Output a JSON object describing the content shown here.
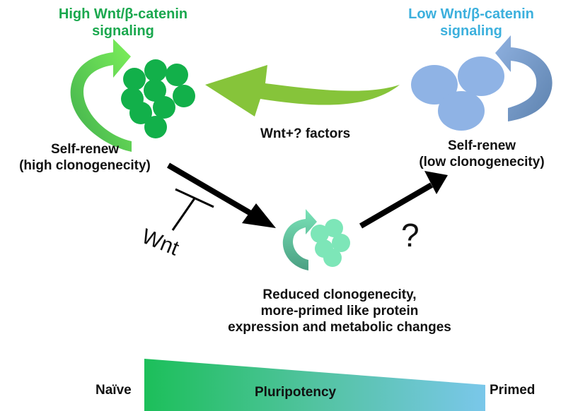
{
  "high": {
    "title_line1": "High Wnt/β-catenin",
    "title_line2": "signaling",
    "label_line1": "Self-renew",
    "label_line2": "(high clonogenecity)"
  },
  "low": {
    "title_line1": "Low Wnt/β-catenin",
    "title_line2": "signaling",
    "label_line1": "Self-renew",
    "label_line2": "(low clonogenecity)"
  },
  "factors_label": "Wnt+? factors",
  "inhibitor_label": "Wnt",
  "question": "?",
  "reduced": {
    "line1": "Reduced clonogenecity,",
    "line2": "more-primed like protein",
    "line3": "expression and metabolic changes"
  },
  "pluripotency": {
    "left": "Naïve",
    "center": "Pluripotency",
    "right": "Primed"
  },
  "colors": {
    "high_green": "#1aa84e",
    "cells_green": "#12b04a",
    "low_blue": "#3cb0dd",
    "cells_blue": "#8fb3e5",
    "mid_cells": "#7de6b8",
    "big_arrow": "#86c43a"
  },
  "icons": [
    "circular-arrow-green-icon",
    "circular-arrow-blue-icon",
    "circular-arrow-mint-icon",
    "inhibition-bar-icon",
    "black-arrow-icon"
  ]
}
